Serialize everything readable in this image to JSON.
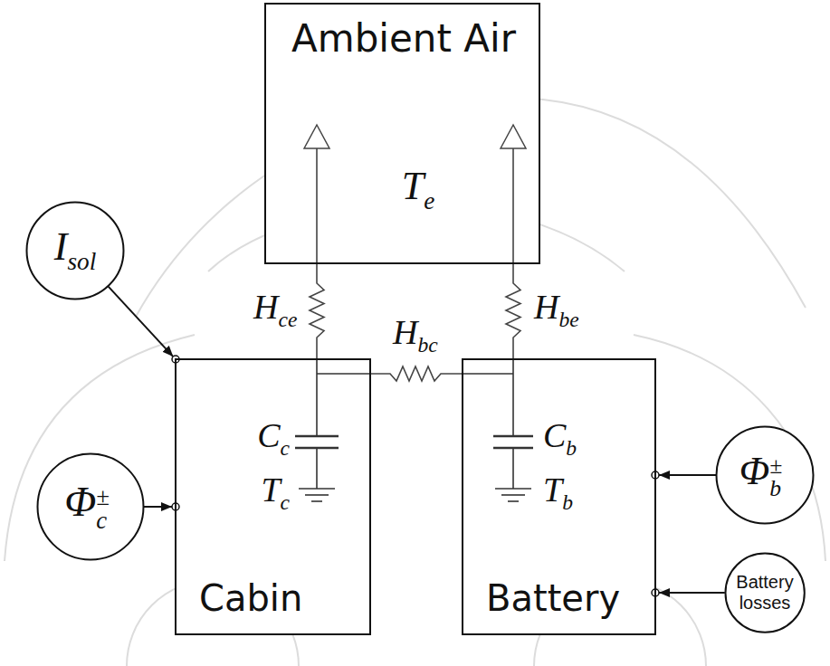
{
  "diagram": {
    "nodes": [
      {
        "text": [
          "Ambient Air",
          "Te"
        ]
      },
      {
        "text": [
          "Cc",
          "Tc",
          "Cabin"
        ]
      },
      {
        "text": [
          "Cb",
          "Tb",
          "Battery"
        ]
      },
      {
        "text": [
          "Isol"
        ]
      },
      {
        "text": [
          "Φc±"
        ]
      },
      {
        "text": [
          "Φb±"
        ]
      },
      {
        "text": [
          "Battery losses"
        ]
      }
    ],
    "edges": [
      {
        "from": 1,
        "to": 0,
        "arrow": "to",
        "label": "Hce"
      },
      {
        "from": 2,
        "to": 0,
        "arrow": "to",
        "label": "Hbe"
      },
      {
        "from": 1,
        "to": 2,
        "arrow": "none",
        "label": "Hbc"
      },
      {
        "from": 3,
        "to": 1,
        "arrow": "to"
      },
      {
        "from": 4,
        "to": 1,
        "arrow": "to"
      },
      {
        "from": 5,
        "to": 2,
        "arrow": "to"
      },
      {
        "from": 6,
        "to": 2,
        "arrow": "to"
      }
    ]
  }
}
